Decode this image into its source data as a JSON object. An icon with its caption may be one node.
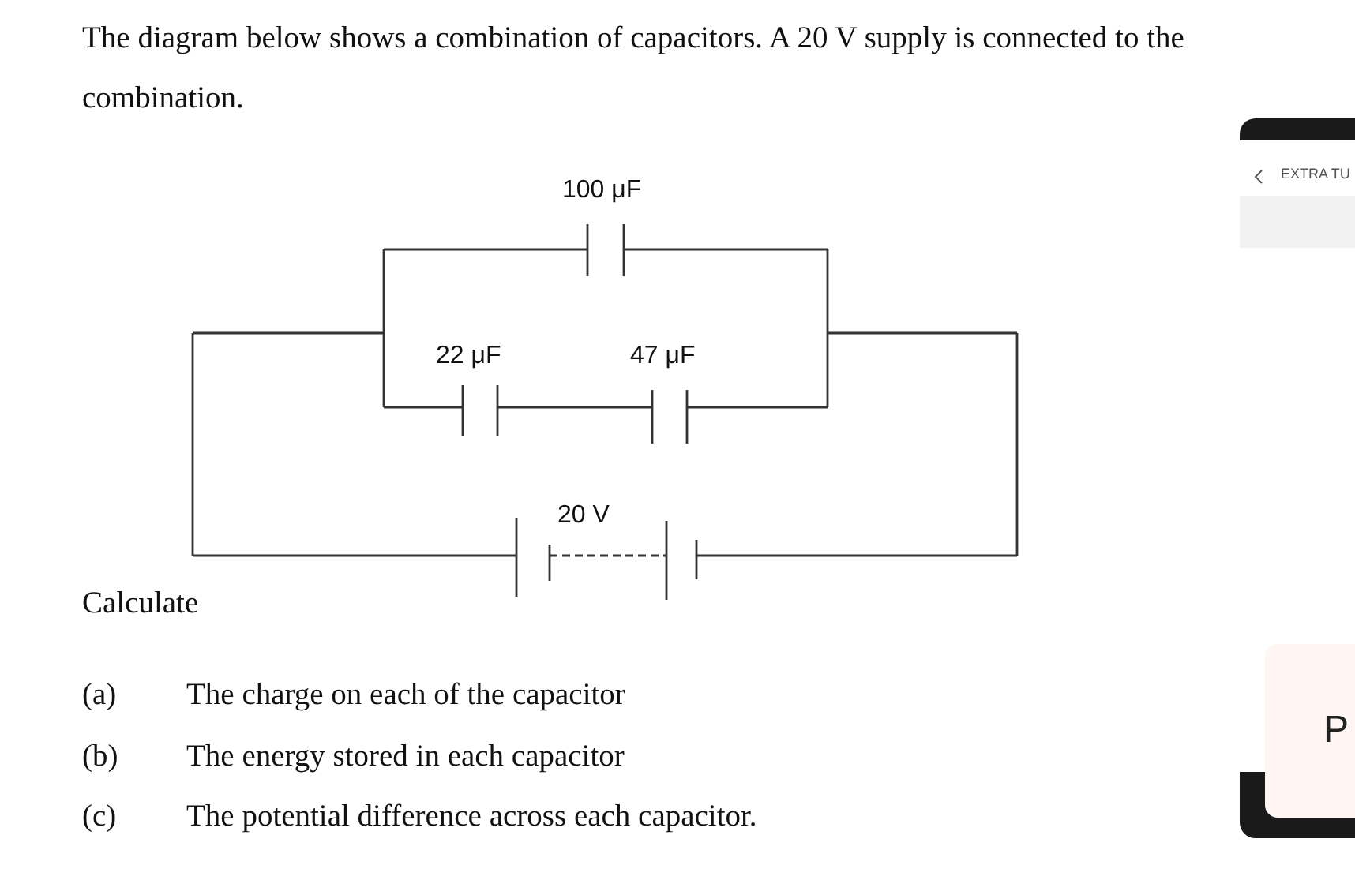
{
  "diagram": {
    "labels": [
      "The diagram below shows a combination of capacitors. A 20 V supply is connected to the combination.",
      "100 μF",
      "22 μF",
      "47 μF",
      "20 V",
      "Calculate",
      "(a)",
      "The charge on each of the capacitor",
      "(b)",
      "The energy stored in each capacitor",
      "(c)",
      "The potential difference across each capacitor.",
      "EXTRA TU",
      "P"
    ]
  }
}
